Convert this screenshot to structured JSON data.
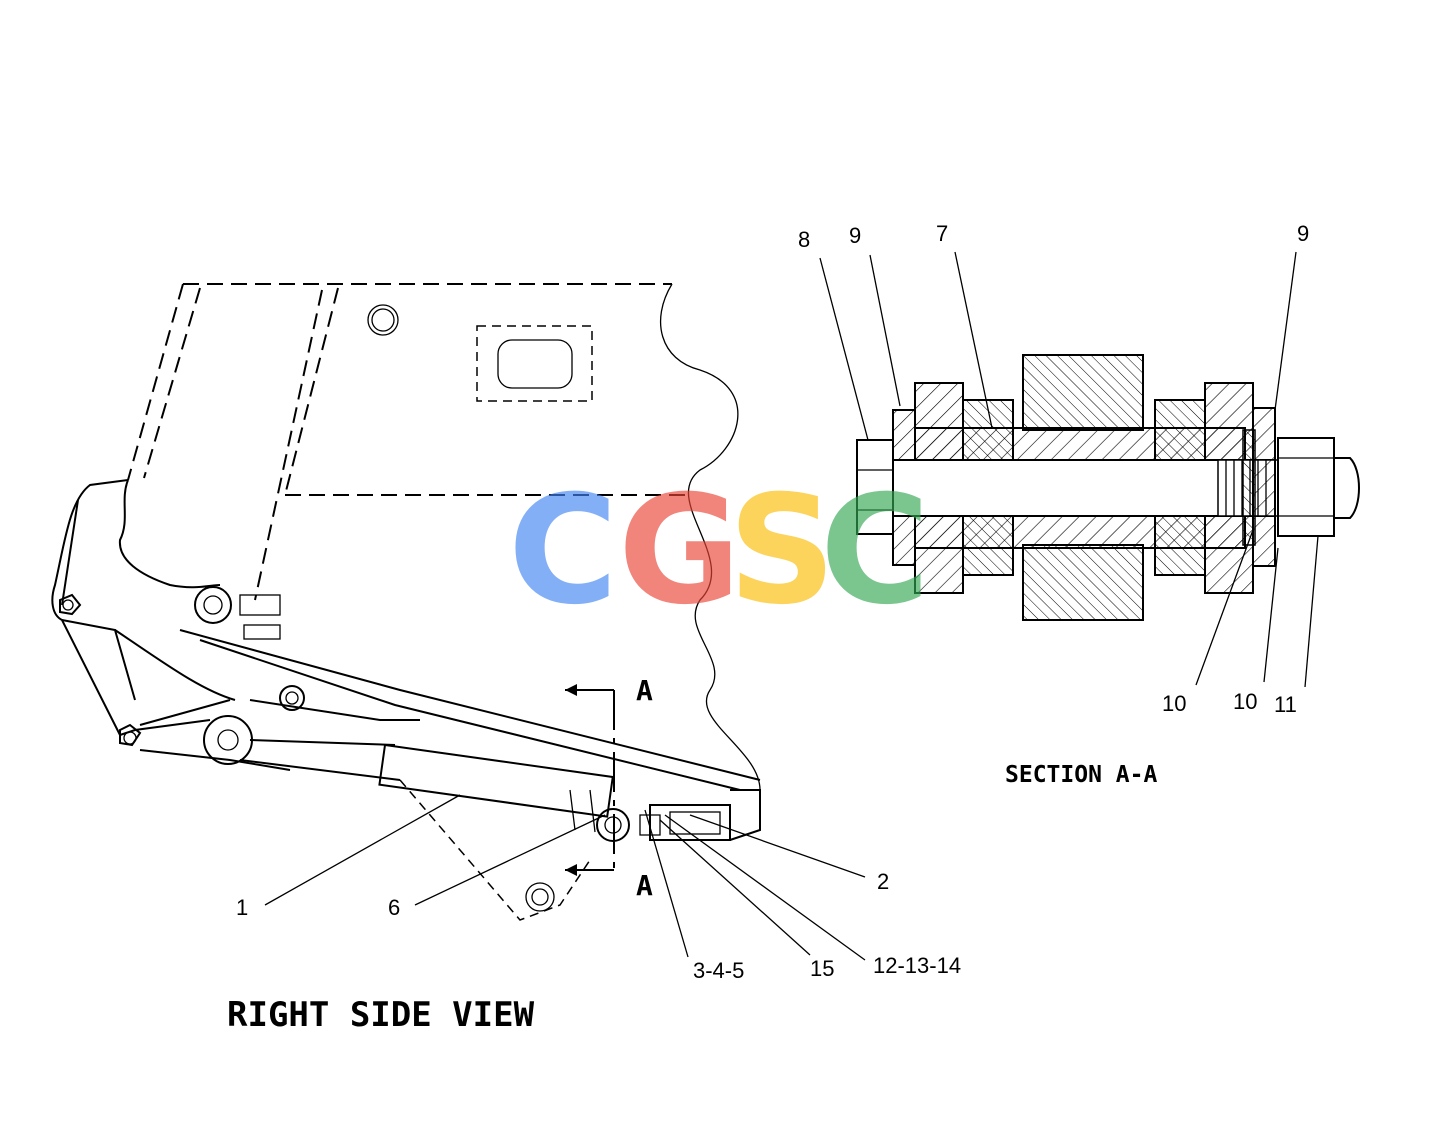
{
  "views": {
    "right_side_view": "RIGHT SIDE VIEW",
    "section_a_a": "SECTION A-A"
  },
  "section_markers": {
    "top": "A",
    "bottom": "A"
  },
  "callouts": {
    "c1": "1",
    "c2": "2",
    "c3_4_5": "3-4-5",
    "c6": "6",
    "c7": "7",
    "c8": "8",
    "c9_left": "9",
    "c9_right": "9",
    "c10_left": "10",
    "c10_right": "10",
    "c11": "11",
    "c12_13_14": "12-13-14",
    "c15": "15"
  },
  "watermark": {
    "letters": [
      "C",
      "G",
      "S",
      "C"
    ],
    "colors": [
      "#4285F4",
      "#EA4335",
      "#FBBC05",
      "#34A853"
    ]
  }
}
